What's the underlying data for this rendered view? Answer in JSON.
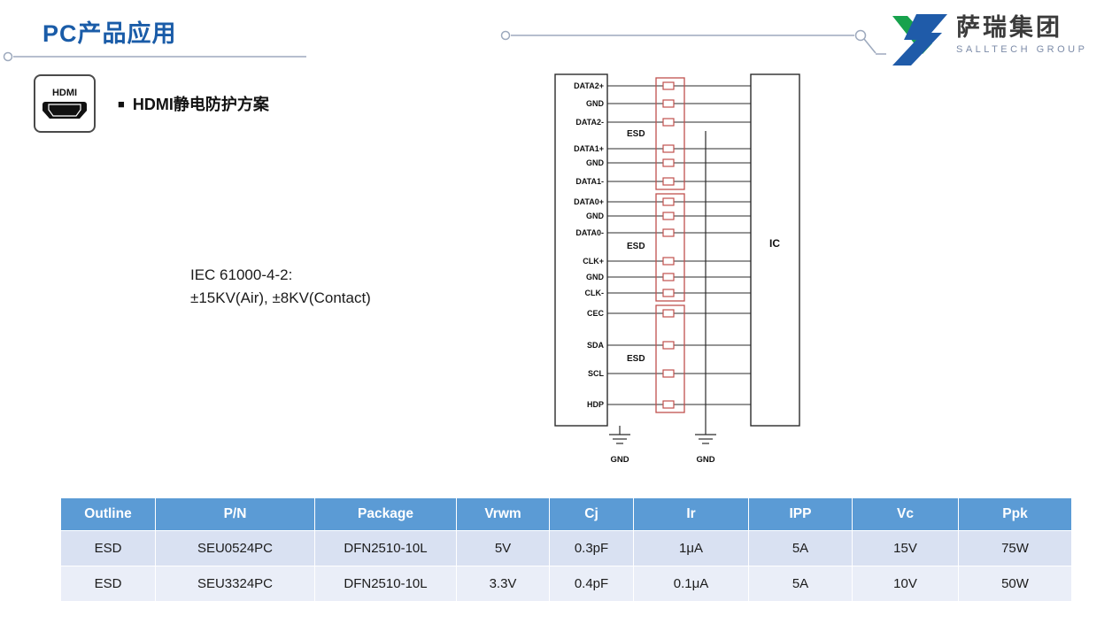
{
  "header": {
    "title": "PC产品应用",
    "logo": {
      "name": "萨瑞集团",
      "subtitle": "SALLTECH GROUP"
    }
  },
  "section": {
    "hdmi_badge": "HDMI",
    "bullet": "■",
    "heading": "HDMI静电防护方案",
    "iec_line1": "IEC 61000-4-2:",
    "iec_line2": "±15KV(Air), ±8KV(Contact)"
  },
  "diagram": {
    "pins": [
      "DATA2+",
      "GND",
      "DATA2-",
      "DATA1+",
      "GND",
      "DATA1-",
      "DATA0+",
      "GND",
      "DATA0-",
      "CLK+",
      "GND",
      "CLK-",
      "CEC",
      "SDA",
      "SCL",
      "HDP"
    ],
    "esd_labels": [
      "ESD",
      "ESD",
      "ESD"
    ],
    "ic_label": "IC",
    "gnd_labels": [
      "GND",
      "GND"
    ]
  },
  "table": {
    "headers": [
      "Outline",
      "P/N",
      "Package",
      "Vrwm",
      "Cj",
      "Ir",
      "IPP",
      "Vc",
      "Ppk"
    ],
    "rows": [
      [
        "ESD",
        "SEU0524PC",
        "DFN2510-10L",
        "5V",
        "0.3pF",
        "1μA",
        "5A",
        "15V",
        "75W"
      ],
      [
        "ESD",
        "SEU3324PC",
        "DFN2510-10L",
        "3.3V",
        "0.4pF",
        "0.1μA",
        "5A",
        "10V",
        "50W"
      ]
    ]
  },
  "colors": {
    "title_blue": "#1A5CA8",
    "table_header_bg": "#5B9BD5",
    "row_bg_1": "#D9E1F2",
    "row_bg_2": "#EAEEF8",
    "esd_red": "#C0504D",
    "logo_green": "#17A24D",
    "logo_blue": "#1F5BA9"
  }
}
